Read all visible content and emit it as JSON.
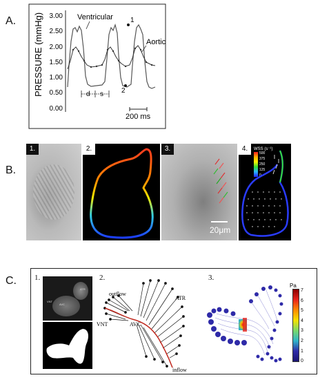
{
  "panel_a": {
    "letter": "A.",
    "ylabel": "PRESSURE (mmHg)",
    "yticks": [
      "0.00",
      "0.50",
      "1.00",
      "1.50",
      "2.00",
      "2.50",
      "3.00"
    ],
    "series_ventricular": "Ventricular",
    "series_aortic": "Aortic",
    "point_1": "1",
    "point_2": "2",
    "phase_d": "d",
    "phase_s": "s",
    "scale_bar": "200 ms"
  },
  "panel_b": {
    "letter": "B.",
    "sub": [
      "1.",
      "2.",
      "3.",
      "4."
    ],
    "scale_bar": "20μm",
    "colorbar_title": "WSS (s⁻¹)",
    "colorbar_ticks": [
      "500",
      "375",
      "250",
      "125",
      "0"
    ]
  },
  "panel_c": {
    "letter": "C.",
    "sub": [
      "1.",
      "2.",
      "3."
    ],
    "labels_in_image": [
      "VNT",
      "AVC",
      "ATR"
    ],
    "label_outflow": "outflow",
    "label_inflow": "inflow",
    "label_vnt": "VNT",
    "label_avc": "AVC",
    "label_atr": "ATR",
    "colorbar_title": "Pa",
    "colorbar_ticks": [
      "7",
      "6",
      "5",
      "4",
      "3",
      "2",
      "1",
      "0"
    ]
  }
}
